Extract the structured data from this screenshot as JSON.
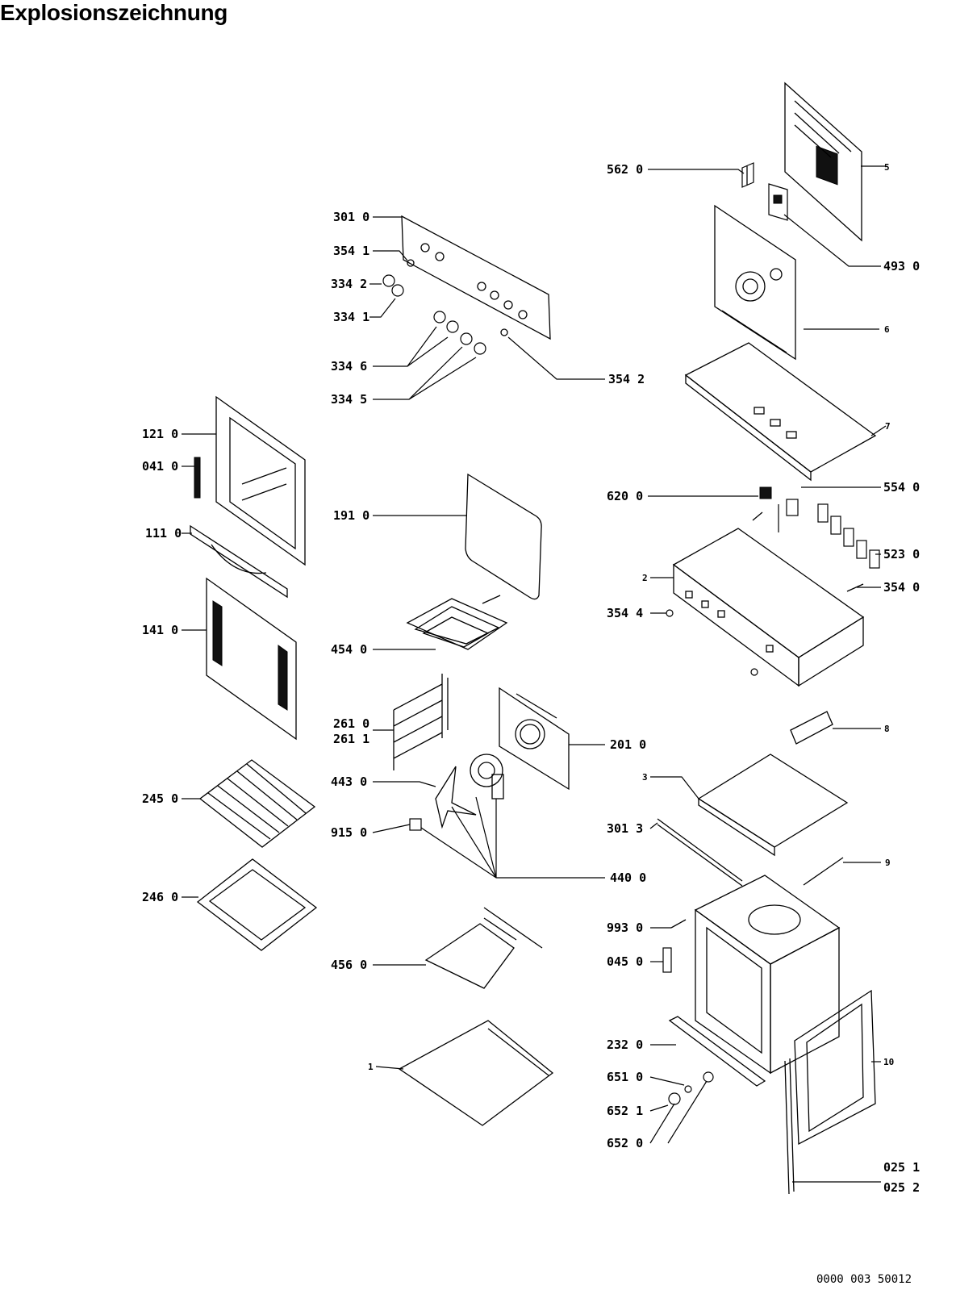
{
  "title": "Explosionszeichnung",
  "doc_code": "0000 003 50012",
  "part_labels": {
    "p5620": "562 0",
    "p5": "5",
    "p4930": "493 0",
    "p6": "6",
    "p3010": "301 0",
    "p3541": "354 1",
    "p3342": "334 2",
    "p3341": "334 1",
    "p3346": "334 6",
    "p3345": "334 5",
    "p3542": "354 2",
    "p7": "7",
    "p1210": "121 0",
    "p0410": "041 0",
    "p1110": "111 0",
    "p1410": "141 0",
    "p1910": "191 0",
    "p6200": "620 0",
    "p5540": "554 0",
    "p5230": "523 0",
    "p2": "2",
    "p3540": "354 0",
    "p3544": "354 4",
    "p4540": "454 0",
    "p2610": "261 0",
    "p2611": "261 1",
    "p2010": "201 0",
    "p8": "8",
    "p4430": "443 0",
    "p2450": "245 0",
    "p3": "3",
    "p9150": "915 0",
    "p3013": "301 3",
    "p4400": "440 0",
    "p9": "9",
    "p2460": "246 0",
    "p9930": "993 0",
    "p0450": "045 0",
    "p4560": "456 0",
    "p2320": "232 0",
    "p10": "10",
    "p1": "1",
    "p6510": "651 0",
    "p6521": "652 1",
    "p6520": "652 0",
    "p0251": "025 1",
    "p0252": "025 2"
  }
}
